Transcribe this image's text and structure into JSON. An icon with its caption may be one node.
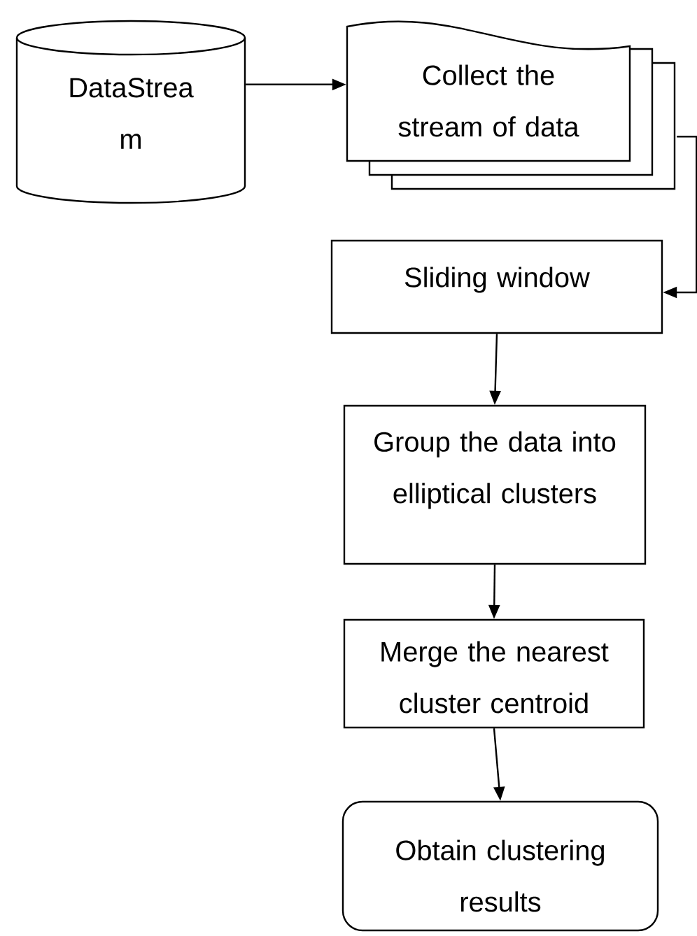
{
  "diagram": {
    "nodes": [
      {
        "text": [
          "DataStrea m"
        ]
      },
      {
        "text": [
          "Collect the stream of data"
        ]
      },
      {
        "text": [
          "Sliding window"
        ]
      },
      {
        "text": [
          "Group the data into elliptical clusters"
        ]
      },
      {
        "text": [
          "Merge the nearest cluster centroid"
        ]
      },
      {
        "text": [
          "Obtain clustering results"
        ]
      }
    ],
    "edges": [
      {
        "from": 0,
        "to": 1,
        "arrow": "to"
      },
      {
        "from": 1,
        "to": 2,
        "arrow": "to"
      },
      {
        "from": 2,
        "to": 3,
        "arrow": "to"
      },
      {
        "from": 3,
        "to": 4,
        "arrow": "to"
      },
      {
        "from": 4,
        "to": 5,
        "arrow": "to"
      }
    ]
  }
}
